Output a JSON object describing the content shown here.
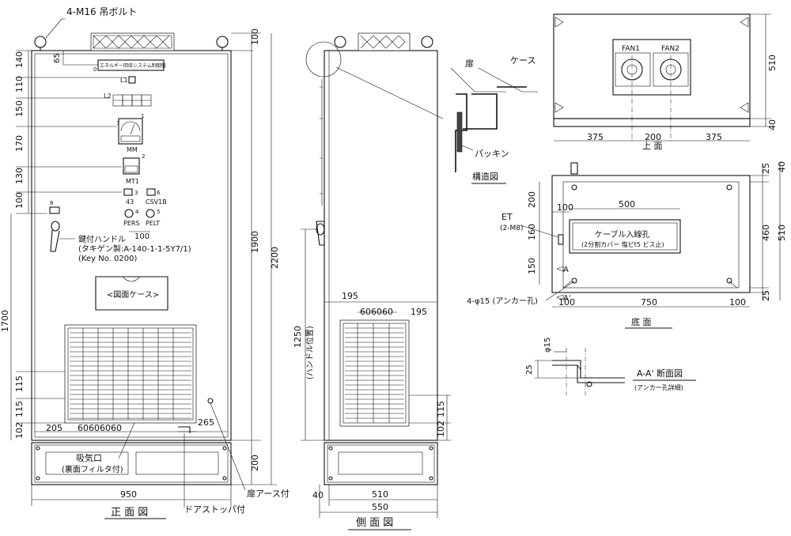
{
  "labels": {
    "lifting_bolt": "4-M16 吊ボルト",
    "front_view": "正 面 図",
    "side_view": "側 面 図",
    "top_view": "上 面",
    "bottom_view": "底 面",
    "structure_view": "構造図",
    "door": "扉",
    "case": "ケース",
    "packing": "パッキン",
    "panel_name": "エネルギー回収システム制御盤",
    "key_handle": "鍵付ハンドル",
    "key_maker": "(タキゲン製:A-140-1-1-5Y7/1)",
    "key_no": "(Key No. 0200)",
    "drawing_case": "<図面ケース>",
    "intake": "吸気口",
    "intake_filter": "(裏面フィルタ付)",
    "door_stopper": "ドアストッパ付",
    "door_earth": "扉アース付",
    "handle_position": "(ハンドル位置)",
    "fan1": "FAN1",
    "fan2": "FAN2",
    "et": "ET",
    "et_spec": "(2-M8)",
    "cable_hole": "ケーブル入線孔",
    "cable_cover": "(2分割カバー 塩ビt5 ビス止)",
    "anchor": "4-φ15 (アンカー孔)",
    "section_title": "A-A' 断面図",
    "section_sub": "(アンカー孔詳細)",
    "a_mark": "A",
    "a2_mark": "A'",
    "phi15": "φ15"
  },
  "components": {
    "l1": "L1",
    "l2": "L2",
    "n0": "0",
    "n1": "1",
    "n2": "2",
    "n3": "3",
    "n4": "4",
    "n5": "5",
    "n6": "6",
    "n7": "7",
    "n8": "8",
    "mm": "MM",
    "mt1": "MT1",
    "c43": "43",
    "csv1b": "CSV1B",
    "pers": "PERS",
    "pelt": "PELT"
  },
  "dims": {
    "front_width": "950",
    "front_height": "1900",
    "front_total": "2200",
    "front_top": "100",
    "front_base": "200",
    "front_1700": "1700",
    "front_1250": "1250",
    "d140": "140",
    "d110": "110",
    "d150": "150",
    "d170": "170",
    "d130": "130",
    "d100": "100",
    "d65": "65",
    "d115a": "115",
    "d115b": "115",
    "d102": "102",
    "d205": "205",
    "d60s": "60606060",
    "d265": "265",
    "d100h": "100",
    "side_510": "510",
    "side_550": "550",
    "side_40": "40",
    "side_195a": "195",
    "side_195b": "195",
    "side_60s": "606060",
    "side_115": "115",
    "side_102": "102",
    "top_375a": "375",
    "top_200": "200",
    "top_375b": "375",
    "top_510": "510",
    "top_40": "40",
    "bot_500": "500",
    "bot_100a": "100",
    "bot_200": "200",
    "bot_160": "160",
    "bot_150": "150",
    "bot_100b": "100",
    "bot_750": "750",
    "bot_100c": "100",
    "bot_25a": "25",
    "bot_40": "40",
    "bot_460": "460",
    "bot_510": "510",
    "bot_25b": "25",
    "sec_25": "25"
  }
}
